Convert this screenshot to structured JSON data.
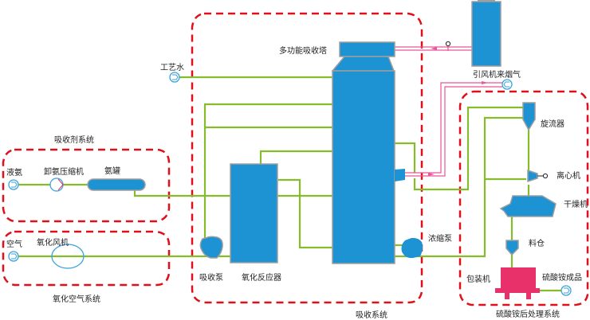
{
  "systems": {
    "absorbent": "吸收剂系统",
    "oxidation_air": "氧化空气系统",
    "absorption": "吸收系统",
    "post_treatment": "硫酸铵后处理系统"
  },
  "inputs": {
    "liquid_ammonia": "液氨",
    "air": "空气",
    "process_water": "工艺水",
    "flue_gas": "引风机来烟气"
  },
  "equipment": {
    "ammonia_compressor": "卸氨压缩机",
    "ammonia_tank": "氨罐",
    "oxidation_fan": "氧化风机",
    "absorption_tower": "多功能吸收塔",
    "absorption_pump": "吸收泵",
    "oxidation_reactor": "氧化反应器",
    "concentration_pump": "浓缩泵",
    "cyclone": "旋流器",
    "centrifuge": "离心机",
    "dryer": "干燥机",
    "silo": "料仓",
    "packing_machine": "包装机"
  },
  "outputs": {
    "ammonium_sulfate_product": "硫酸铵成品"
  },
  "colors": {
    "region_border": "#e0101a",
    "liquid_pipe": "#86bc2c",
    "gas_pipe": "#e8559a",
    "equipment": "#1e93d3",
    "packing_machine": "#e8306a"
  }
}
